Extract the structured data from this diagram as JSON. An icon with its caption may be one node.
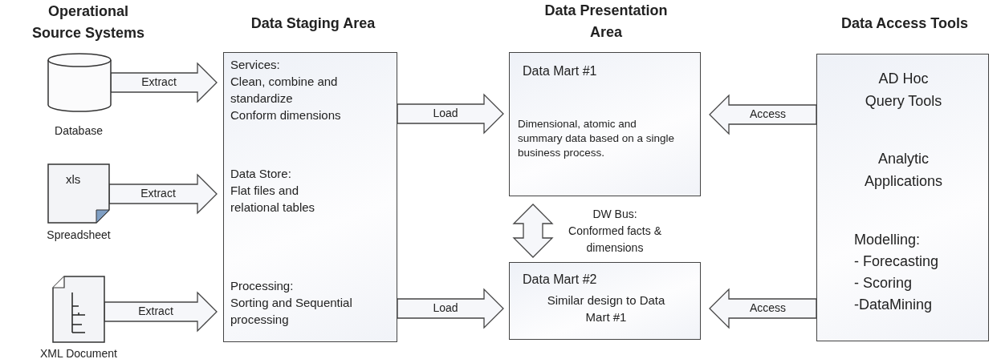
{
  "diagram": {
    "nodes": [
      {
        "text": [],
        "shape": "cylinder",
        "beside": [
          "Database"
        ]
      },
      {
        "text": [
          "xls"
        ],
        "beside": [
          "Spreadsheet"
        ]
      },
      {
        "text": [],
        "shape": "document",
        "beside": [
          "XML Document"
        ]
      },
      {
        "text": [
          "Services:",
          "Clean, combine and standardize",
          "Conform dimensions",
          "Data Store:",
          "Flat files and relational tables",
          "Processing:",
          "Sorting and Sequential processing"
        ]
      },
      {
        "text": [
          "Data Mart #1",
          "Dimensional, atomic and summary data based on a single business process."
        ]
      },
      {
        "text": [
          "Data Mart #2",
          "Similar design to Data Mart #1"
        ]
      },
      {
        "text": [
          "AD Hoc Query Tools",
          "Analytic Applications",
          "Modelling:",
          "- Forecasting",
          "- Scoring",
          "-DataMining"
        ]
      }
    ],
    "edges": [
      {
        "from": 0,
        "to": 3,
        "arrow": "to",
        "label": "Extract"
      },
      {
        "from": 1,
        "to": 3,
        "arrow": "to",
        "label": "Extract"
      },
      {
        "from": 2,
        "to": 3,
        "arrow": "to",
        "label": "Extract"
      },
      {
        "from": 3,
        "to": 4,
        "arrow": "to",
        "label": "Load"
      },
      {
        "from": 3,
        "to": 5,
        "arrow": "to",
        "label": "Load"
      },
      {
        "from": 6,
        "to": 4,
        "arrow": "to",
        "label": "Access"
      },
      {
        "from": 6,
        "to": 5,
        "arrow": "to",
        "label": "Access"
      },
      {
        "from": 4,
        "to": 5,
        "arrow": "both",
        "label": "DW Bus: Conformed facts & dimensions"
      }
    ],
    "labels": [
      "Operational Source Systems",
      "Data Staging Area",
      "Data Presentation Area",
      "Data Access Tools"
    ]
  }
}
